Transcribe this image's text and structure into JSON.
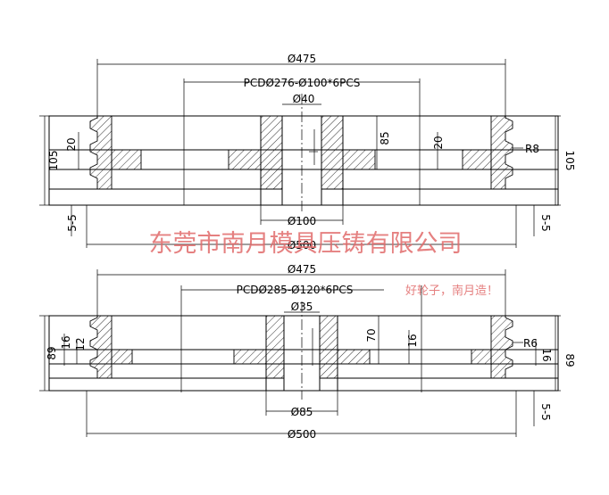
{
  "top_view": {
    "dim_overall": "Ø475",
    "dim_pcd": "PCDØ276-Ø100*6PCS",
    "dim_bore": "Ø40",
    "dim_hub": "Ø100",
    "dim_base": "Ø500",
    "dim_height_left": "105",
    "dim_height_right": "105",
    "dim_groove_left": "20",
    "dim_groove_right": "20",
    "dim_hub_height": "85",
    "dim_step": "5-5",
    "dim_step_right": "5-5",
    "radius": "R8"
  },
  "bottom_view": {
    "dim_overall": "Ø475",
    "dim_pcd": "PCDØ285-Ø120*6PCS",
    "dim_bore": "Ø35",
    "dim_hub": "Ø85",
    "dim_base": "Ø500",
    "dim_height_left": "89",
    "dim_height_right": "89",
    "dim_left_a": "16",
    "dim_left_b": "12",
    "dim_right_a": "16",
    "dim_hub_height": "70",
    "dim_mid": "16",
    "dim_step_right": "5-5",
    "radius": "R6"
  },
  "watermark": {
    "company": "东莞市南月模具压铸有限公司",
    "slogan": "好轮子，南月造！"
  }
}
